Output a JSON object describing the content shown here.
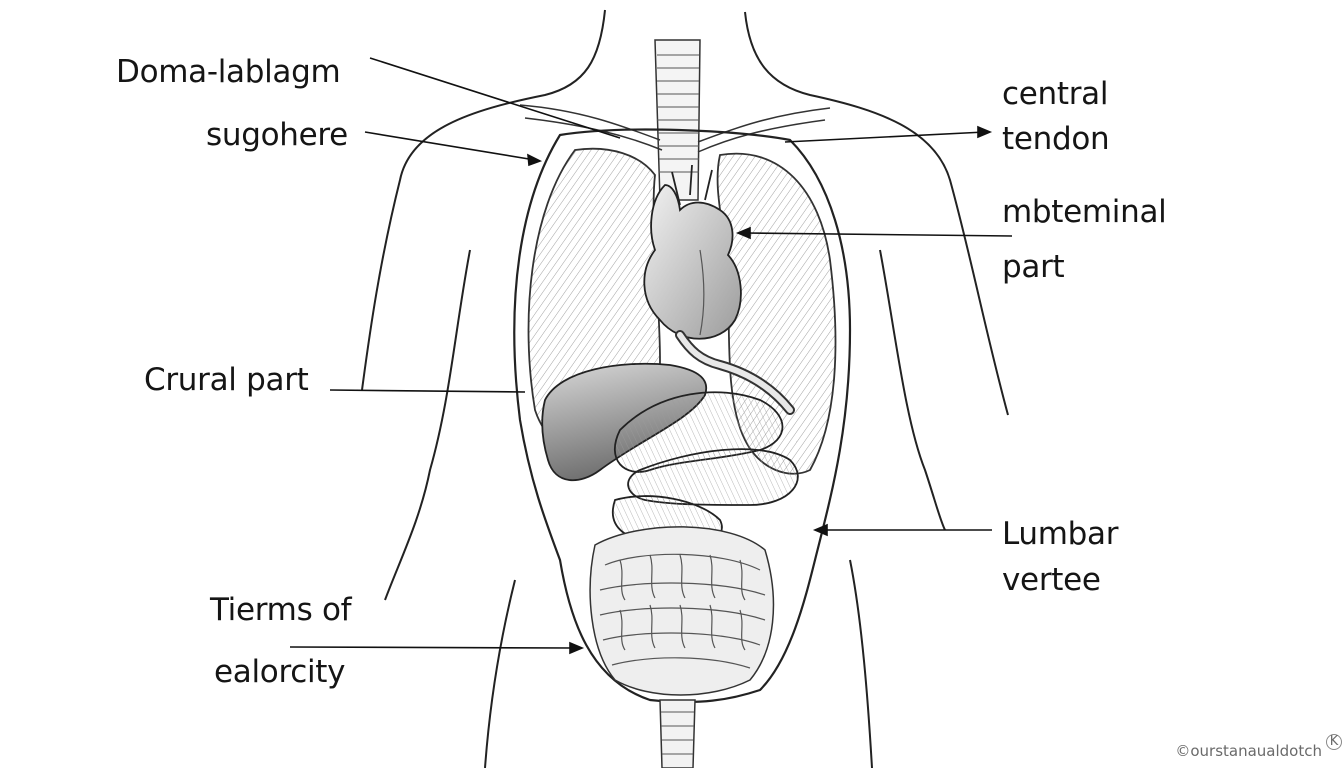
{
  "diagram": {
    "labels": {
      "top_left_1": "Doma-lablagm",
      "top_left_2": "sugohere",
      "top_right_1": "central",
      "top_right_2": "tendon",
      "mid_right_1": "mbteminal",
      "mid_right_2": "part",
      "left_mid": "Crural part",
      "right_low_1": "Lumbar",
      "right_low_2": "vertee",
      "bottom_left_1": "Tierms of",
      "bottom_left_2": "ealorcity"
    },
    "watermark": "©ourstanaualdotch",
    "watermark_mark": "K",
    "colors": {
      "ink": "#1a1a1a",
      "shade": "#7a7a7a",
      "background": "#ffffff"
    }
  }
}
